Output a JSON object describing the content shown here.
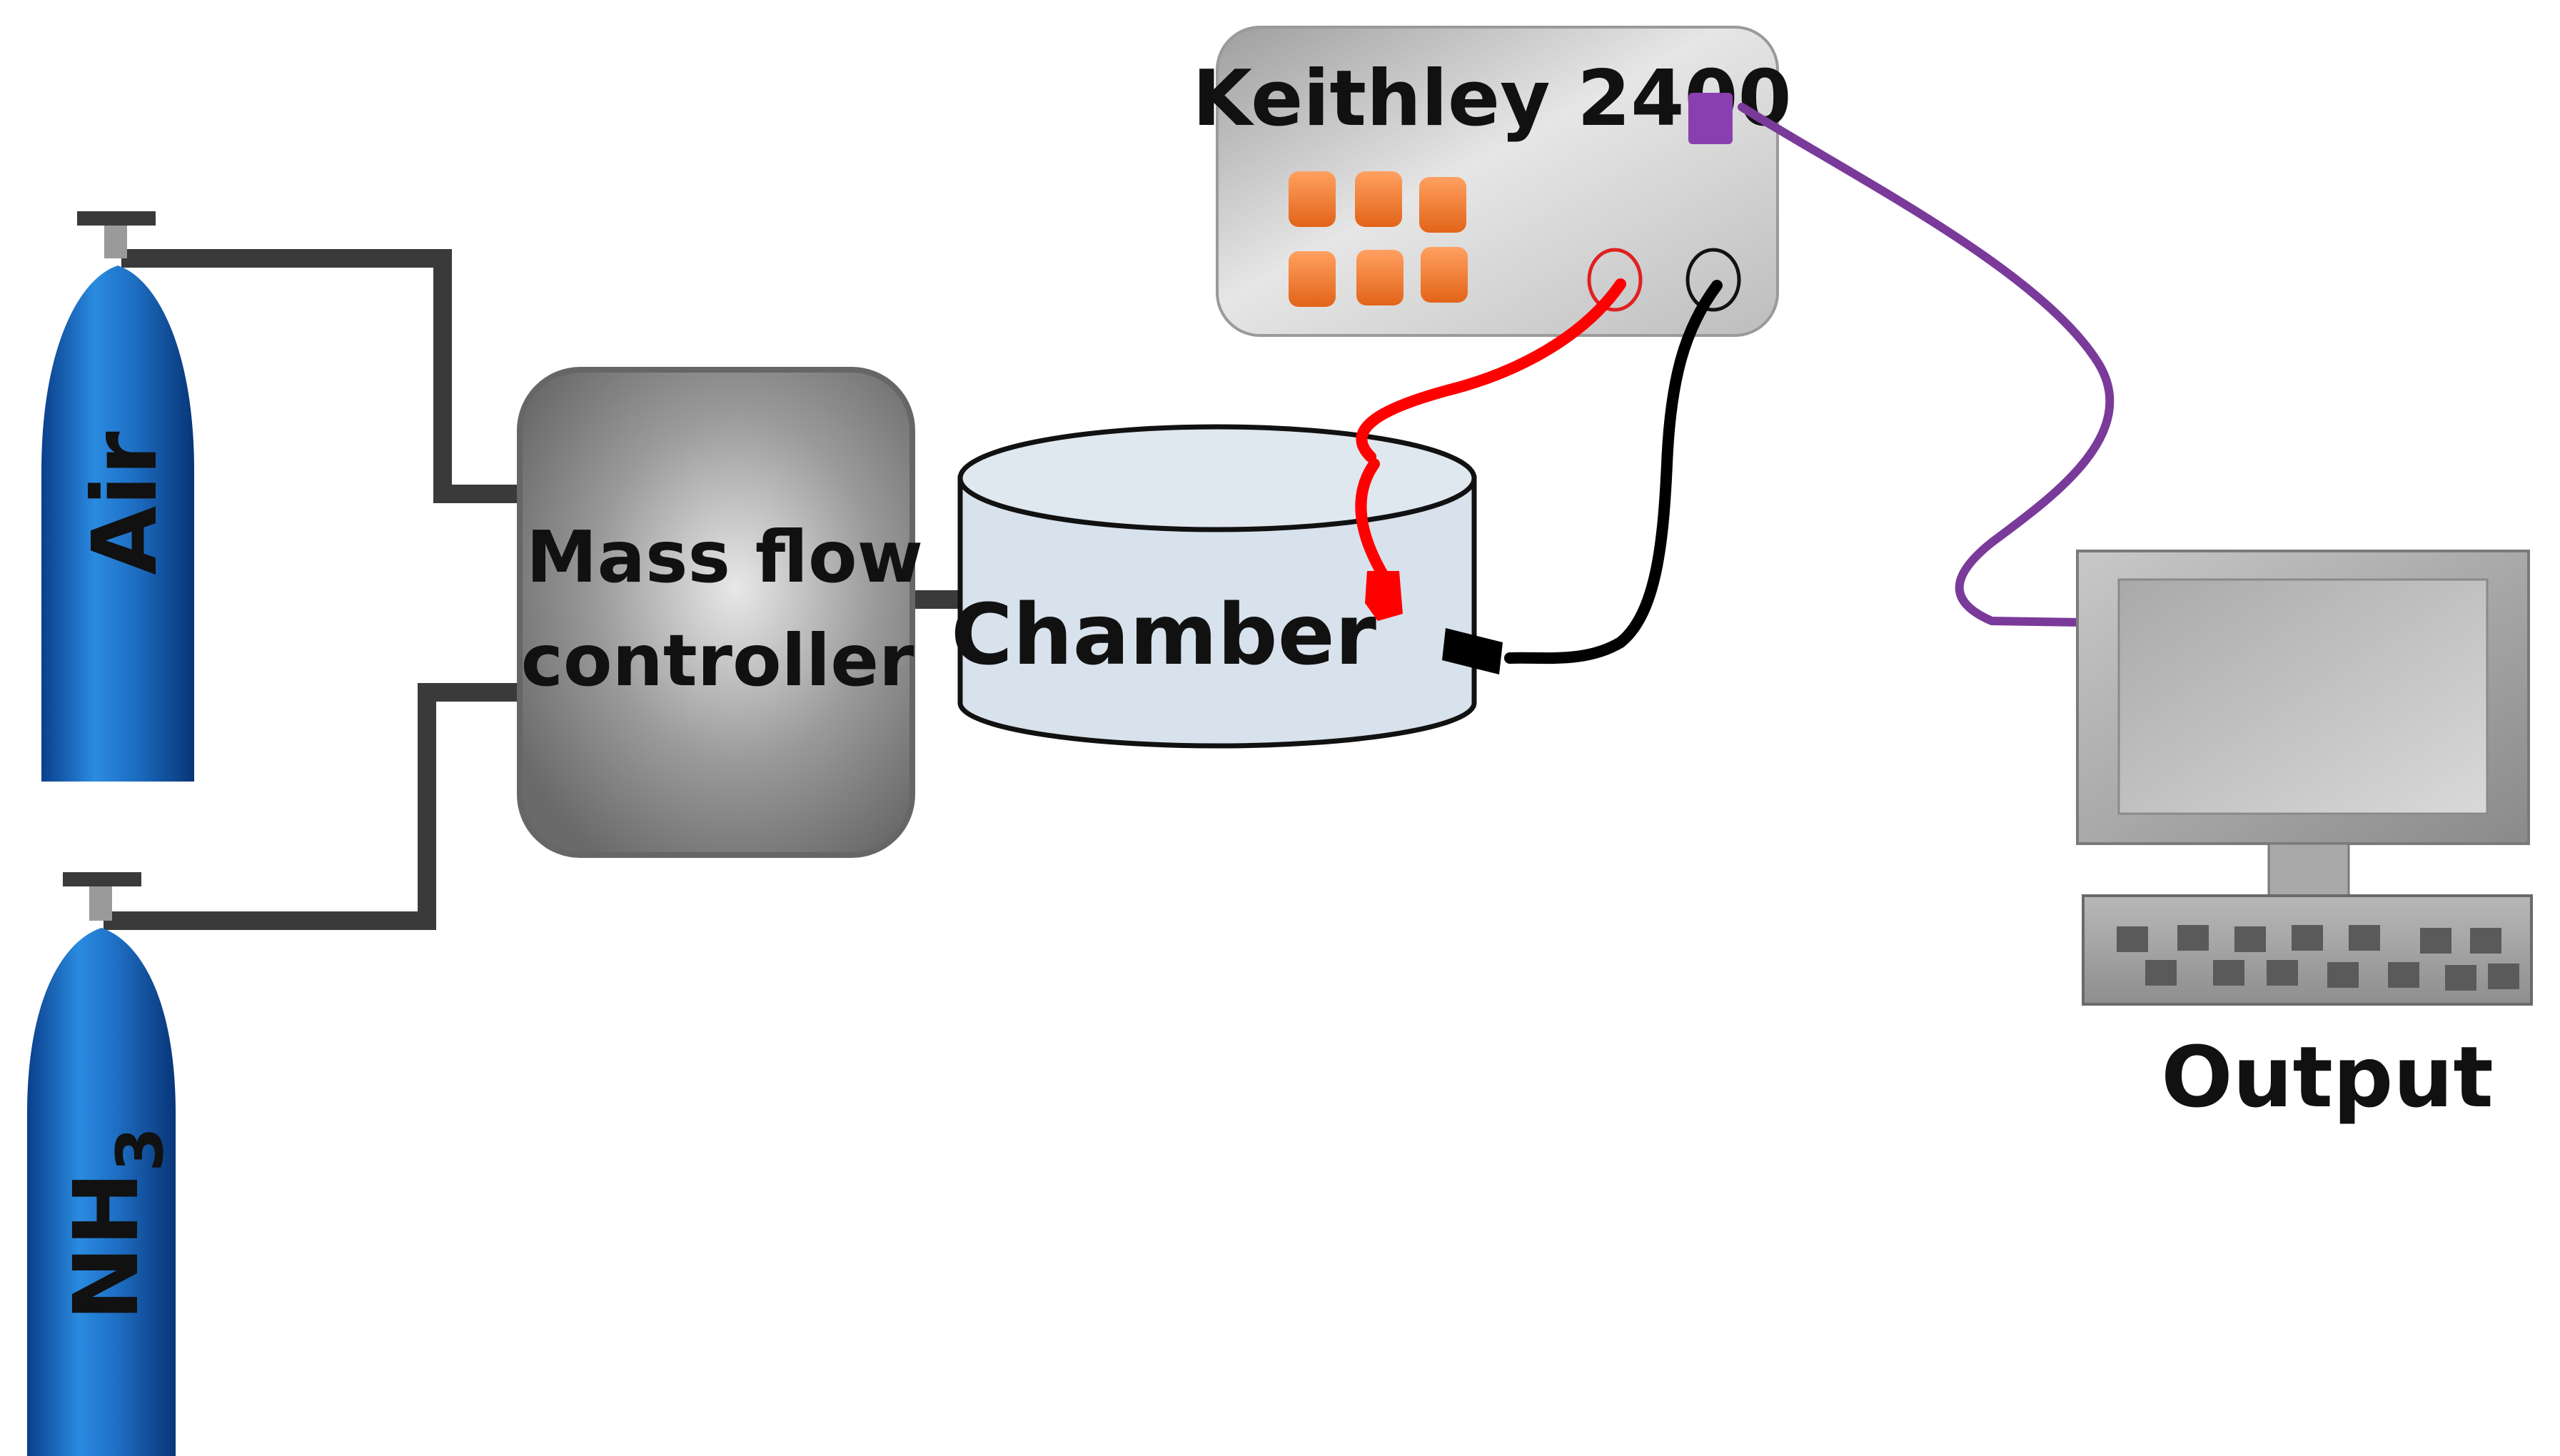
{
  "labels": {
    "air": "Air",
    "nh3_main": "NH",
    "nh3_sub": "3",
    "mfc_line1": "Mass flow",
    "mfc_line2": "controller",
    "chamber": "Chamber",
    "keithley": "Keithley 2400",
    "output": "Output"
  },
  "colors": {
    "cylinder": "#1e6fc4",
    "pipe": "#3a3a3a",
    "mfc": "#8a8a8a",
    "chamber": "#d8e2ec",
    "keithley": "#cfcfcf",
    "keithley_buttons": "#f07a2c",
    "red_wire": "#ff0000",
    "black_wire": "#000000",
    "usb_cable": "#7a3a9a",
    "computer": "#9a9a9a"
  },
  "icons": {
    "gas_cylinder": "gas-cylinder-icon",
    "computer": "computer-monitor-icon",
    "keyboard": "keyboard-icon"
  }
}
